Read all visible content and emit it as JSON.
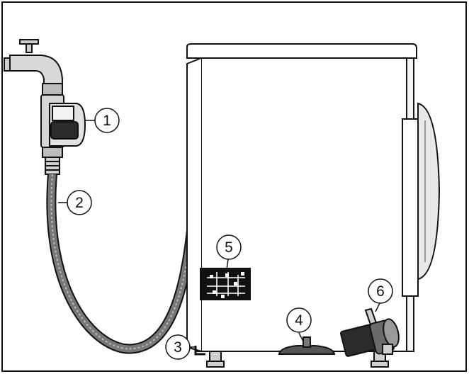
{
  "callouts": [
    {
      "id": "1",
      "label": "1"
    },
    {
      "id": "2",
      "label": "2"
    },
    {
      "id": "3",
      "label": "3"
    },
    {
      "id": "4",
      "label": "4"
    },
    {
      "id": "5",
      "label": "5"
    },
    {
      "id": "6",
      "label": "6"
    }
  ],
  "colors": {
    "outline": "#111111",
    "machine_fill": "#ffffff",
    "panel_gray": "#dcdcdc",
    "hose": "#5a5a5a",
    "valve_dark": "#2b2b2b",
    "label_plate": "#111111"
  }
}
